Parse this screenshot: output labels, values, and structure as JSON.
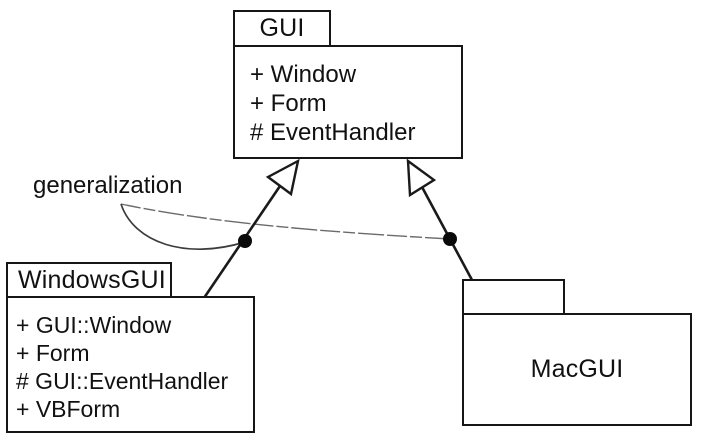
{
  "annotation": {
    "label": "generalization"
  },
  "packages": {
    "gui": {
      "name": "GUI",
      "members": [
        "+ Window",
        "+ Form",
        "# EventHandler"
      ]
    },
    "windows_gui": {
      "name": "WindowsGUI",
      "members": [
        "+ GUI::Window",
        "+ Form",
        "# GUI::EventHandler",
        "+ VBForm"
      ]
    },
    "mac_gui": {
      "name": "MacGUI",
      "members": []
    }
  },
  "relationships": [
    {
      "type": "generalization",
      "from": "WindowsGUI",
      "to": "GUI"
    },
    {
      "type": "generalization",
      "from": "MacGUI",
      "to": "GUI"
    }
  ],
  "colors": {
    "line": "#1a1a1a",
    "background": "#ffffff",
    "text": "#111111",
    "leader_line": "#6b6b6b"
  }
}
